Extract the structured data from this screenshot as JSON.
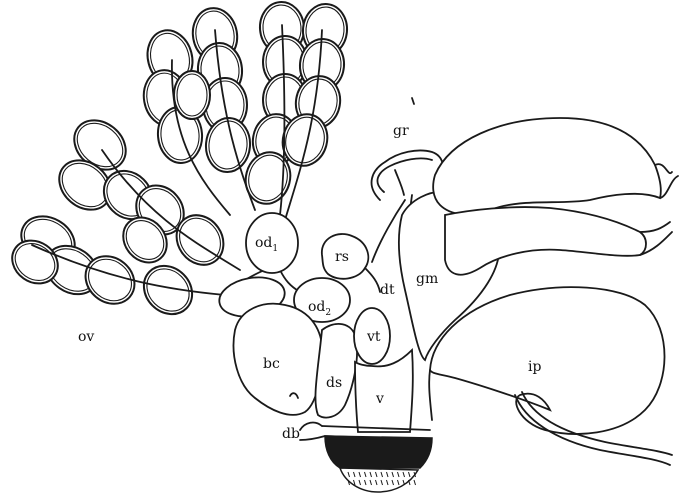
{
  "labels": {
    "ov": "ov",
    "od1": "od",
    "od1_sub": "1",
    "od2": "od",
    "od2_sub": "2",
    "rs": "rs",
    "gr": "gr",
    "gm": "gm",
    "dt": "dt",
    "vt": "vt",
    "bc": "bc",
    "ds": "ds",
    "v": "v",
    "db": "db",
    "ip": "ip"
  }
}
